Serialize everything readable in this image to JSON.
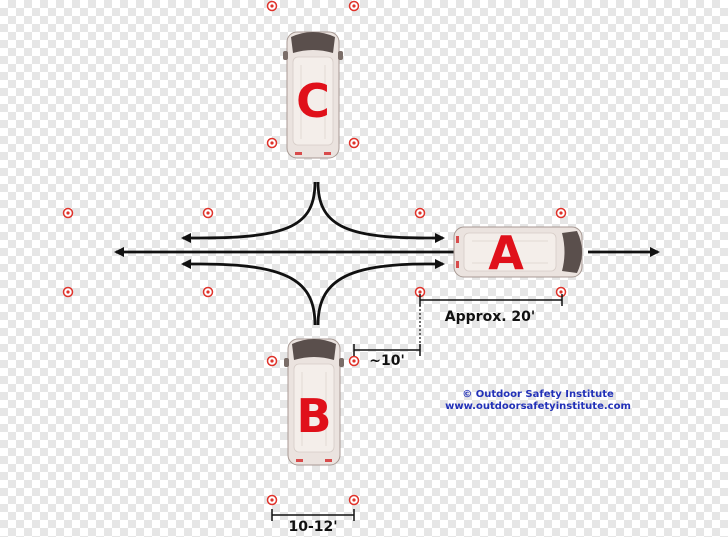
{
  "vans": {
    "a": {
      "label": "A"
    },
    "b": {
      "label": "B"
    },
    "c": {
      "label": "C"
    }
  },
  "dimensions": {
    "approx_20": "Approx. 20'",
    "approx_10": "~10'",
    "width_10_12": "10-12'"
  },
  "credit": {
    "line1": "© Outdoor Safety Institute",
    "line2": "www.outdoorsafetyinstitute.com"
  },
  "colors": {
    "van_body": "#ebe3df",
    "letter": "#e0101a",
    "cone": "#e0322a",
    "arrow": "#111111",
    "credit": "#2231b8"
  }
}
